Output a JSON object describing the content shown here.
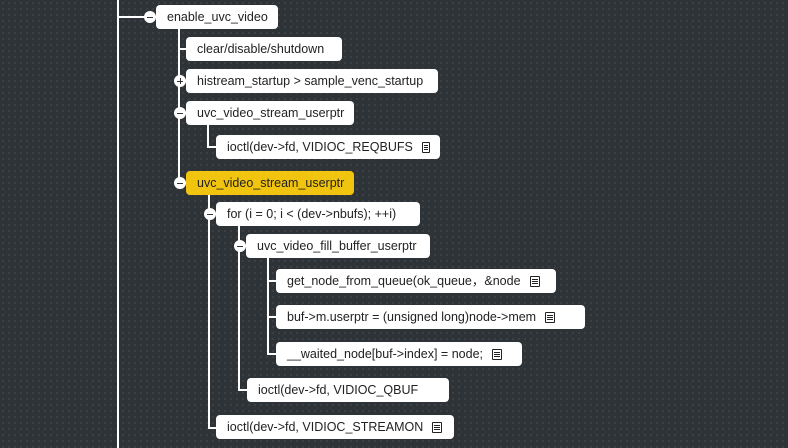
{
  "nodes": {
    "enable_uvc_video": "enable_uvc_video",
    "clear_disable_shutdown": "clear/disable/shutdown",
    "histream_startup": "histream_startup > sample_venc_startup",
    "uvc_video_stream_userptr_1": "uvc_video_stream_userptr",
    "ioctl_reqbufs": "ioctl(dev->fd, VIDIOC_REQBUFS",
    "uvc_video_stream_userptr_2": "uvc_video_stream_userptr",
    "for_loop": "for (i = 0; i < (dev->nbufs); ++i)",
    "uvc_video_fill_buffer_userptr": "uvc_video_fill_buffer_userptr",
    "get_node_from_queue": "get_node_from_queue(ok_queue，&node",
    "buf_userptr": "buf->m.userptr = (unsigned long)node->mem",
    "waited_node": "__waited_node[buf->index] = node;",
    "ioctl_qbuf": "ioctl(dev->fd, VIDIOC_QBUF",
    "ioctl_streamon": "ioctl(dev->fd, VIDIOC_STREAMON"
  },
  "colors": {
    "background": "#2e3338",
    "node": "#ffffff",
    "selected_node": "#f0c40f",
    "connector": "#ffffff"
  },
  "icons": {
    "collapse": "minus-circle-icon",
    "expand": "plus-circle-icon",
    "note": "note-icon"
  }
}
